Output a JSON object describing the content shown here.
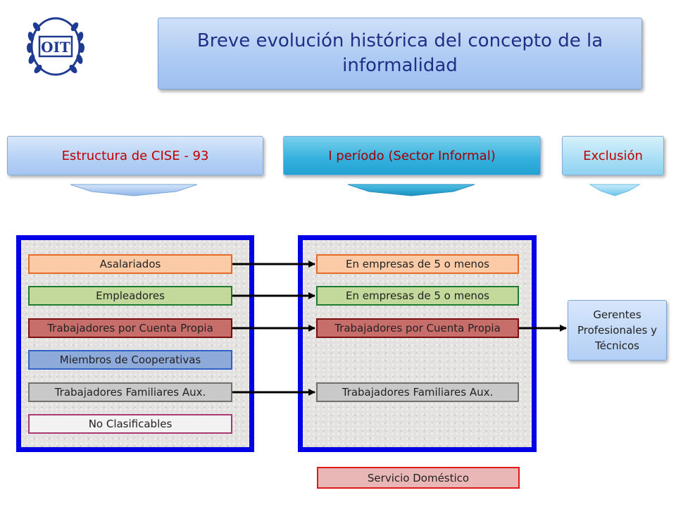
{
  "logo": {
    "text": "OIT"
  },
  "title": "Breve evolución histórica del concepto de la informalidad",
  "headers": {
    "left": "Estructura de CISE - 93",
    "middle": "I  período (Sector Informal)",
    "right": "Exclusión"
  },
  "left_panel": {
    "items": [
      "Asalariados",
      "Empleadores",
      "Trabajadores por Cuenta Propia",
      "Miembros de Cooperativas",
      "Trabajadores Familiares Aux.",
      "No Clasificables"
    ]
  },
  "middle_panel": {
    "items": [
      "En empresas  de 5 o menos",
      "En empresas  de 5 o menos",
      "Trabajadores por Cuenta Propia",
      "Trabajadores Familiares Aux."
    ]
  },
  "exclusion_box": "Gerentes Profesionales y Técnicos",
  "bottom_box": "Servicio Doméstico",
  "colors": {
    "panel_border": "#0000e6",
    "header_text": "#c00000",
    "title_text": "#1f2f86"
  }
}
